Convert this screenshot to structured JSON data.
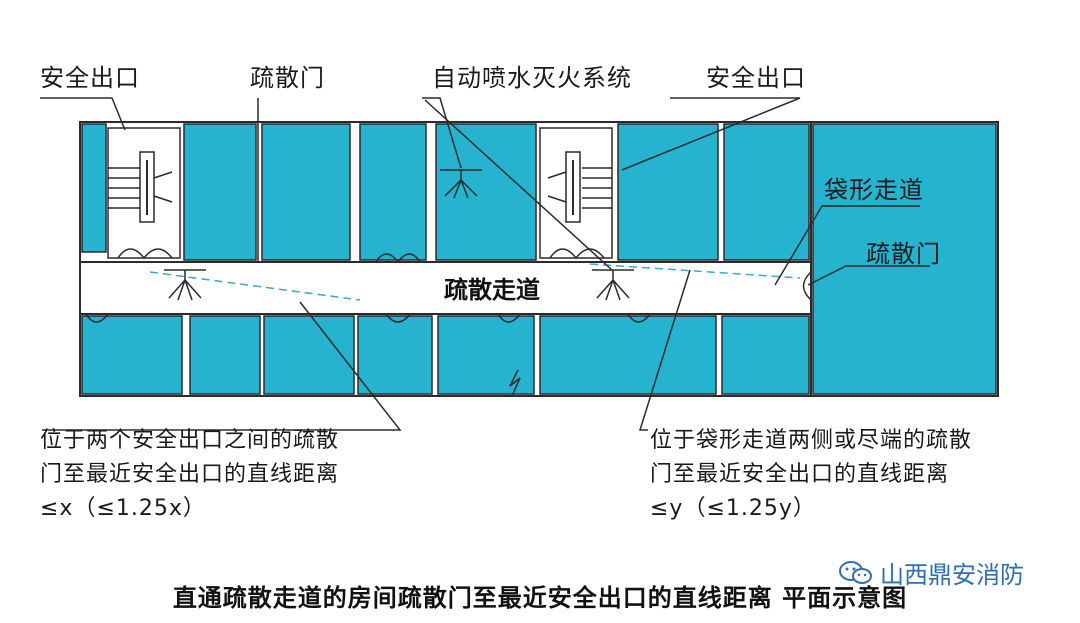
{
  "diagram": {
    "labels": {
      "exit_left": "安全出口",
      "door_top": "疏散门",
      "sprinkler": "自动喷水灭火系统",
      "exit_right": "安全出口",
      "dead_end": "袋形走道",
      "door_right": "疏散门",
      "corridor": "疏散走道"
    },
    "notes": {
      "left": [
        "位于两个安全出口之间的疏散",
        "门至最近安全出口的直线距离",
        "≤x（≤1.25x）"
      ],
      "right": [
        "位于袋形走道两侧或尽端的疏散",
        "门至最近安全出口的直线距离",
        "≤y（≤1.25y）"
      ]
    },
    "caption": "直通疏散走道的房间疏散门至最近安全出口的直线距离  平面示意图",
    "watermark": "山西鼎安消防",
    "colors": {
      "room_fill": "#25b3d0",
      "wall": "#2b2b2b",
      "corridor_fill": "#ffffff",
      "watermark": "#2c6fb3"
    },
    "icons": {
      "sprinkler": "sprinkler-icon",
      "stair": "stair-icon",
      "door": "door-swing-icon",
      "watermark": "wechat-icon"
    }
  }
}
